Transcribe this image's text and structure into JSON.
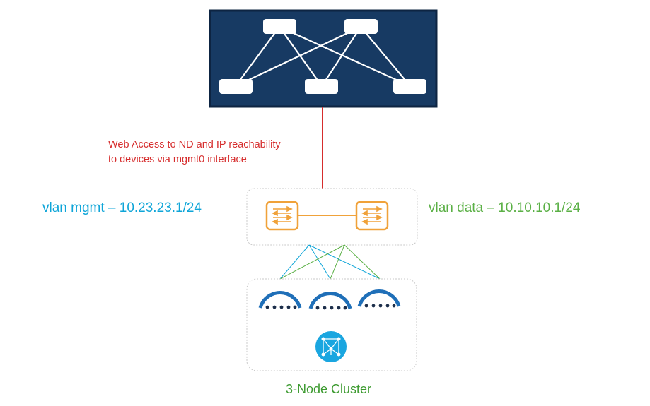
{
  "colors": {
    "fabric_bg": "#173a63",
    "mgmt": "#0ea5d8",
    "data": "#5bb046",
    "annotation": "#d62d2d",
    "switch": "#f0a23a",
    "cluster_label": "#3c9a2f",
    "node_arc": "#1f6fb8",
    "node_dots": "#1c2e4a"
  },
  "labels": {
    "mgmt_vlan": "vlan mgmt – 10.23.23.1/24",
    "data_vlan": "vlan data – 10.10.10.1/24",
    "web_access_line1": "Web Access to ND and IP reachability",
    "web_access_line2": "to devices via mgmt0 interface",
    "cluster": "3-Node Cluster"
  },
  "icons": {
    "fabric": "network-fabric-icon",
    "switch": "layer3-switch-icon",
    "node": "nexus-dashboard-node-icon",
    "app": "nexus-dashboard-app-icon"
  }
}
